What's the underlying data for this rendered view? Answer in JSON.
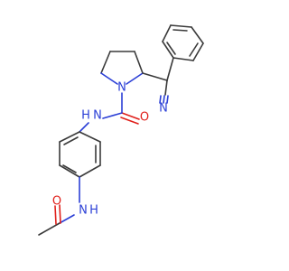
{
  "molecule": {
    "colors": {
      "carbon": "#3a3a3a",
      "nitrogen": "#2b3fd6",
      "oxygen": "#e0201b",
      "background": "#ffffff"
    },
    "labels": {
      "ring_n": "N",
      "amide_nh": "N",
      "amide_nh_h": "H",
      "amide_o": "O",
      "nitrile_n": "N",
      "acetamide_nh": "N",
      "acetamide_nh_h": "H",
      "acetamide_o": "O"
    }
  }
}
